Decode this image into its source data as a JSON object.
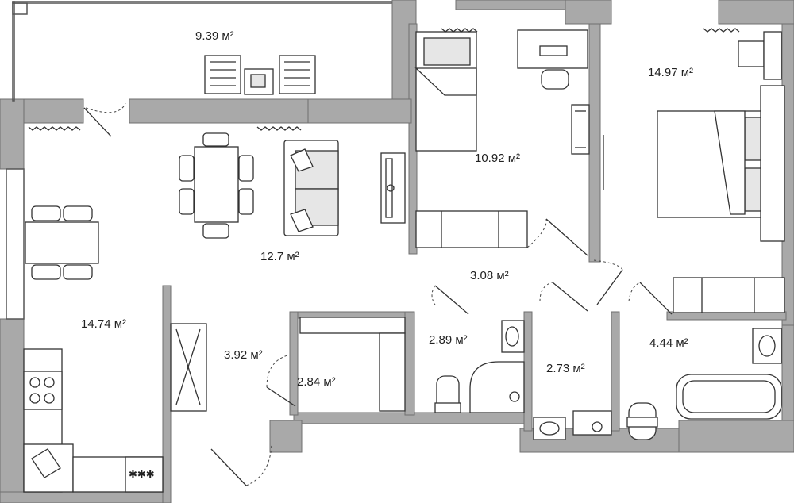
{
  "plan": {
    "rooms": [
      {
        "id": "balcony",
        "area": "9.39 м²"
      },
      {
        "id": "bedroom-small",
        "area": "10.92 м²"
      },
      {
        "id": "bedroom-large",
        "area": "14.97 м²"
      },
      {
        "id": "living-room",
        "area": "12.7 м²"
      },
      {
        "id": "kitchen",
        "area": "14.74 м²"
      },
      {
        "id": "corridor-upper",
        "area": "3.08 м²"
      },
      {
        "id": "hallway",
        "area": "3.92 м²"
      },
      {
        "id": "wardrobe",
        "area": "2.84 м²"
      },
      {
        "id": "bathroom-shower",
        "area": "2.89 м²"
      },
      {
        "id": "laundry",
        "area": "2.73 м²"
      },
      {
        "id": "bathroom-tub",
        "area": "4.44 м²"
      }
    ],
    "stove_mark": "✱✱✱"
  }
}
